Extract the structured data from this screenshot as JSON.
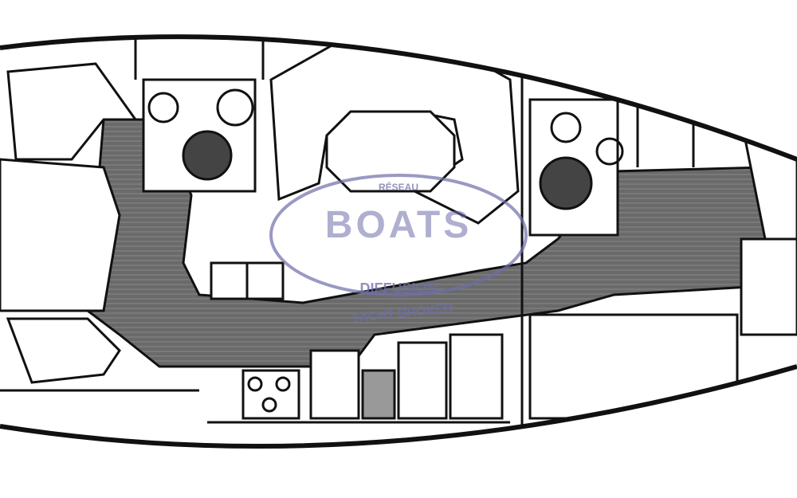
{
  "watermark": {
    "top": "RÉSEAU",
    "brand": "BOATS",
    "middle": "DIFFUSION",
    "bottom": "YACHT BROKER",
    "color": "#6e6eaa"
  },
  "colors": {
    "line": "#111111",
    "floor": "#6a6a6a",
    "background": "#ffffff"
  }
}
